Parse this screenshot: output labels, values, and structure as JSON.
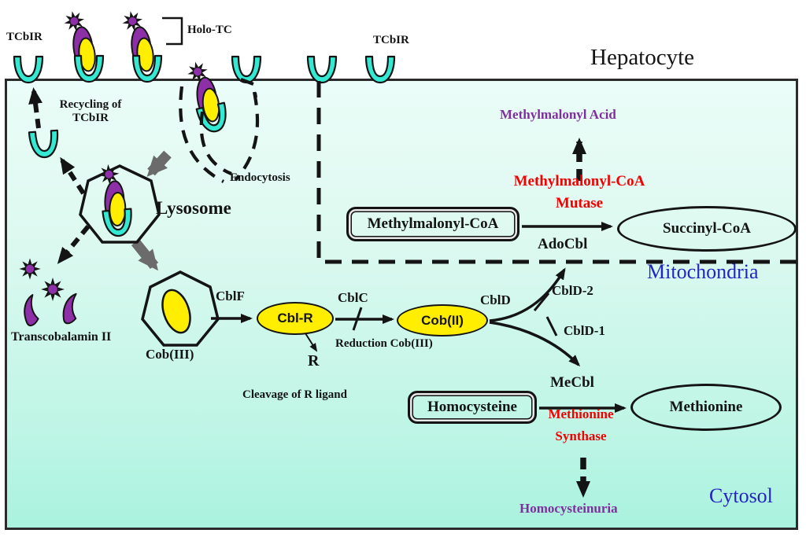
{
  "regions": {
    "hepatocyte": "Hepatocyte",
    "mitochondria": "Mitochondria",
    "cytosol": "Cytosol"
  },
  "membrane": {
    "tcbir_left": "TCbIR",
    "tcbir_right": "TCbIR",
    "holo_tc": "Holo-TC"
  },
  "uptake": {
    "recycling": "Recycling of TCbIR",
    "endocytosis": "Endocytosis",
    "lysosome": "Lysosome",
    "transcobalamin": "Transcobalamin II"
  },
  "processing": {
    "cob3": "Cob(III)",
    "cblf": "CblF",
    "cbl_r": "Cbl-R",
    "cblc": "CblC",
    "reduction": "Reduction Cob(III)",
    "r": "R",
    "cleavage": "Cleavage of R ligand",
    "cob2": "Cob(II)",
    "cbld": "CblD",
    "cbld2": "CblD-2",
    "cbld1": "CblD-1",
    "adocbl": "AdoCbl",
    "mecbl": "MeCbl"
  },
  "mitochondria_pathway": {
    "product": "Methylmalonyl Acid",
    "enzyme_line1": "Methylmalonyl-CoA",
    "enzyme_line2": "Mutase",
    "substrate": "Methylmalonyl-CoA",
    "output": "Succinyl-CoA"
  },
  "cytosol_pathway": {
    "substrate": "Homocysteine",
    "enzyme_line1": "Methionine",
    "enzyme_line2": "Synthase",
    "output": "Methionine",
    "disorder": "Homocysteinuria"
  },
  "colors": {
    "receptor_cyan": "#35e8d2",
    "cobalamin_yellow": "#ffee00",
    "tc_purple": "#8d2fa6",
    "enzyme_red": "#f40000",
    "metabolite_purple": "#7e2f9e",
    "region_blue": "#2424c4",
    "gray_arrow": "#6b6b6b",
    "cell_bg_top": "#ebfdf8",
    "cell_bg_bottom": "#a9f2de"
  }
}
